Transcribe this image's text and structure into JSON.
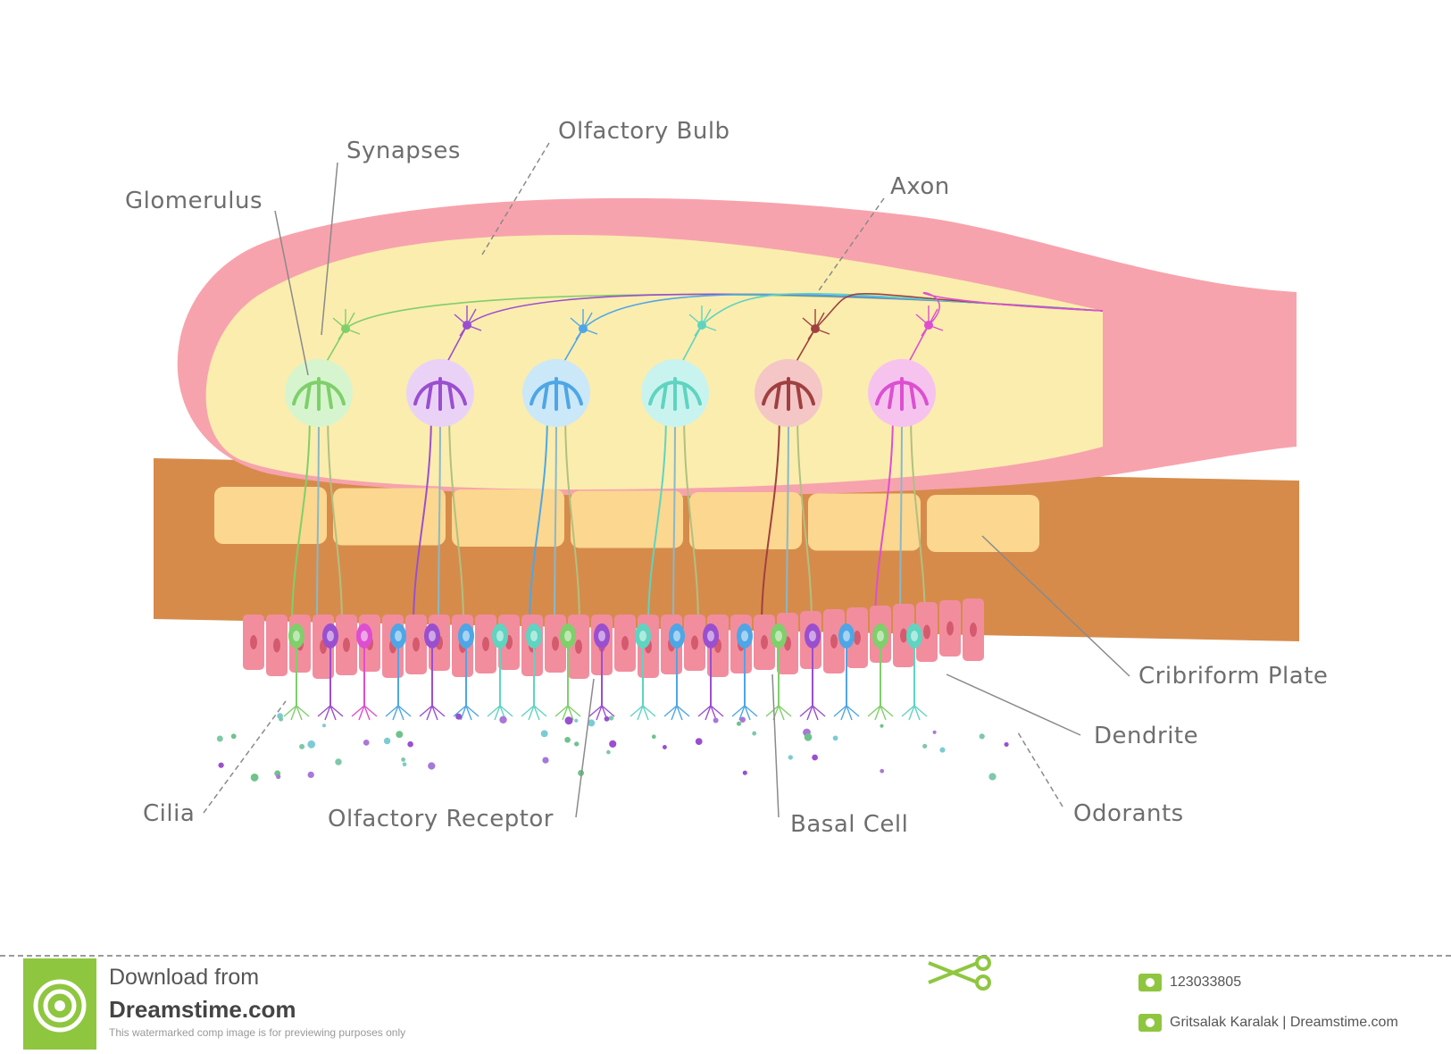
{
  "labels": {
    "glomerulus": "Glomerulus",
    "synapses": "Synapses",
    "olfactory_bulb": "Olfactory Bulb",
    "axon": "Axon",
    "cribriform_plate": "Cribriform Plate",
    "dendrite": "Dendrite",
    "odorants": "Odorants",
    "cilia": "Cilia",
    "olfactory_receptor": "Olfactory Receptor",
    "basal_cell": "Basal Cell"
  },
  "neuron_colors": [
    "#7fcf6a",
    "#9a4fcf",
    "#4ea6e6",
    "#5fd4c0",
    "#a04040",
    "#dd4fd0"
  ],
  "glomerulus_fills": [
    "#d6f5cf",
    "#ead2f7",
    "#cbe8f8",
    "#c9f3ef",
    "#f4c6c6",
    "#f6c3ef"
  ],
  "receptor_colors": [
    "#7fcf6a",
    "#9a4fcf",
    "#dd4fd0",
    "#4ea6e6",
    "#9a4fcf",
    "#4ea6e6",
    "#5fd4c0",
    "#5fd4c0",
    "#7fcf6a",
    "#9a4fcf",
    "#5fd4c0",
    "#4ea6e6",
    "#9a4fcf",
    "#4ea6e6",
    "#7fcf6a",
    "#9a4fcf",
    "#4ea6e6",
    "#7fcf6a",
    "#5fd4c0"
  ],
  "colors": {
    "bulb_outer": "#f7a3ad",
    "bulb_inner": "#fbedae",
    "plate": "#d68b4b",
    "plate_cells": "#fbd78f",
    "epithelium": "#f28d9e",
    "nucleus": "#d45a6e",
    "label_text": "#6e6e6e",
    "pointer": "#8a8a8a"
  },
  "footer": {
    "download_from": "Download from",
    "site": "Dreamstime.com",
    "note": "This watermarked comp image is for previewing purposes only",
    "image_id": "123033805",
    "credit": "Gritsalak Karalak | Dreamstime.com"
  }
}
